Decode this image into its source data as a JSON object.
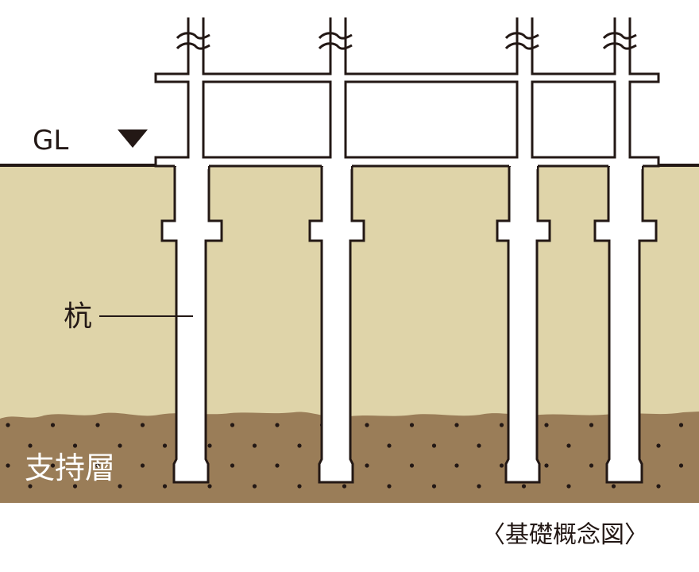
{
  "labels": {
    "ground_level": "GL",
    "pile": "杭",
    "bearing_layer": "支持層",
    "caption": "〈基礎概念図〉"
  },
  "colors": {
    "upper_soil": "#dfd4a9",
    "bearing_soil": "#9a7d58",
    "line": "#231815",
    "structure": "#ffffff"
  },
  "icons": {
    "ground_marker": "triangle-down-icon",
    "break_mark": "wave-break-icon"
  }
}
